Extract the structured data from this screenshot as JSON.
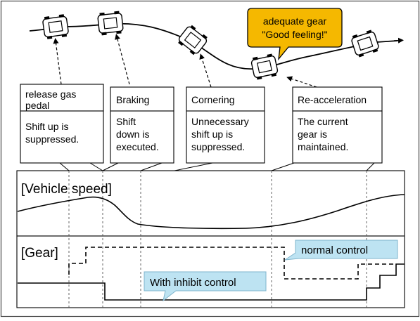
{
  "callout": {
    "line1": "adequate gear",
    "line2": "\"Good feeling!\"",
    "color": "#f5b800"
  },
  "phases": [
    {
      "title": "release gas",
      "title2": "pedal",
      "desc": [
        "Shift up is",
        "suppressed."
      ]
    },
    {
      "title": "Braking",
      "title2": "",
      "desc": [
        "Shift",
        "down is",
        "executed."
      ]
    },
    {
      "title": "Cornering",
      "title2": "",
      "desc": [
        "Unnecessary",
        "shift up is",
        "suppressed."
      ]
    },
    {
      "title": "Re-acceleration",
      "title2": "",
      "desc": [
        "The current",
        "gear is",
        "maintained."
      ]
    }
  ],
  "speed_panel": {
    "label": "[Vehicle speed]"
  },
  "gear_panel": {
    "label": "[Gear]",
    "normal_label": "normal control",
    "inhibit_label": "With inhibit control",
    "label_color": "#bde3f2"
  }
}
